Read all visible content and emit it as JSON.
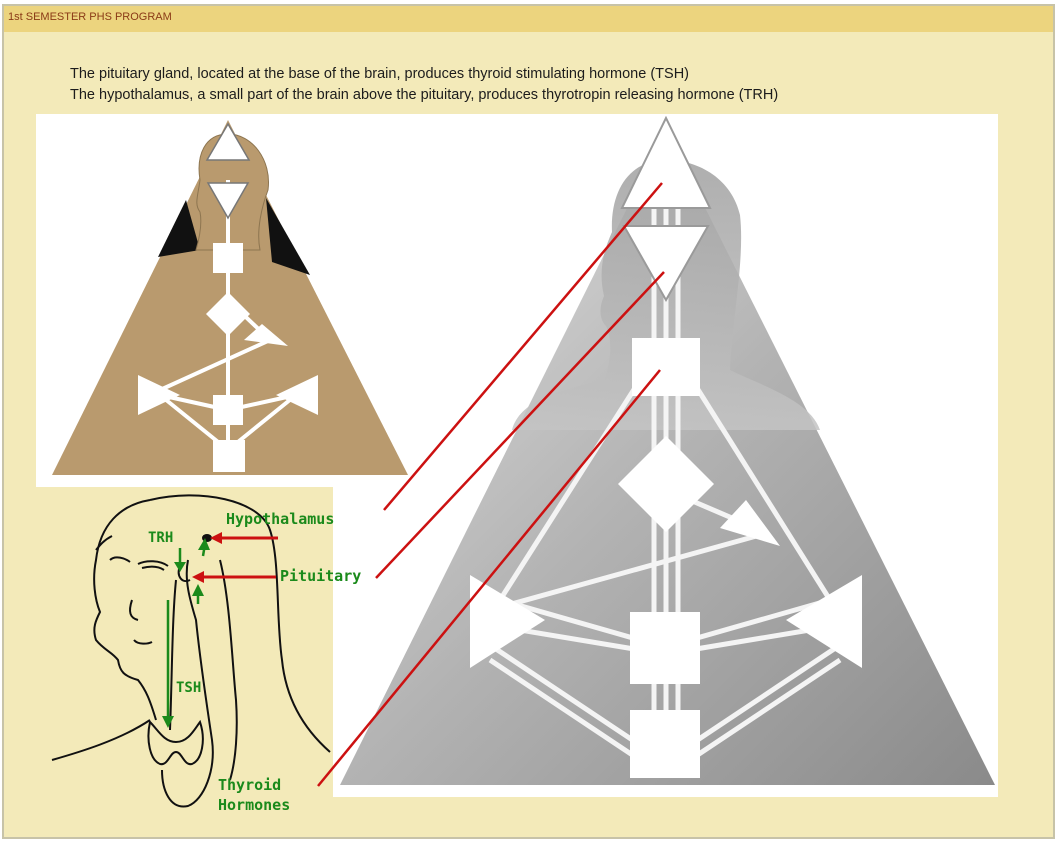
{
  "header": {
    "title": "1st SEMESTER PHS PROGRAM"
  },
  "captions": {
    "line1": "The pituitary gland, located at the base of the brain, produces thyroid stimulating hormone (TSH)",
    "line2": "The hypothalamus, a small part of the brain above the pituitary, produces thyrotropin releasing hormone (TRH)"
  },
  "labels": {
    "hypothalamus": "Hypothalamus",
    "pituitary": "Pituitary",
    "trh": "TRH",
    "tsh": "TSH",
    "thyroid_line1": "Thyroid",
    "thyroid_line2": "Hormones"
  },
  "colors": {
    "background": "#f3eab9",
    "header": "#ecd47e",
    "bodygraph_tan": "#b99a6e",
    "label_green": "#1b8a1b",
    "pointer_red": "#cc1111"
  }
}
